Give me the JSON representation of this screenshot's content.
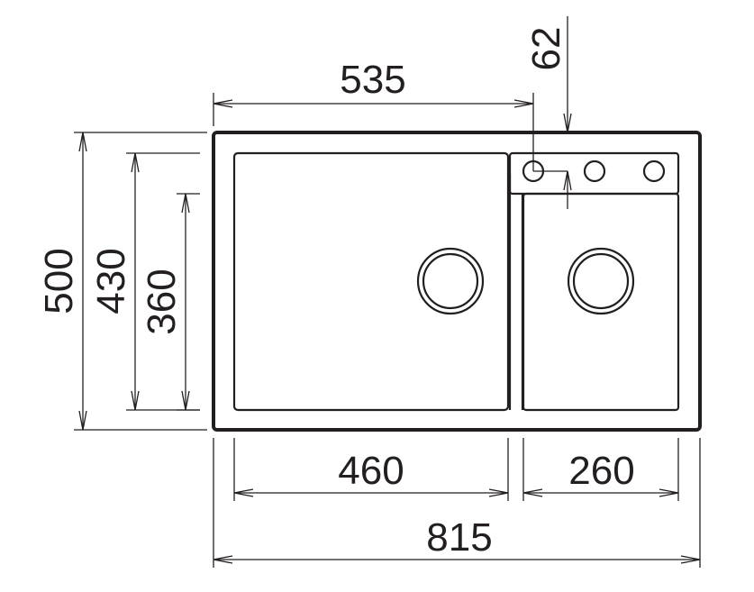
{
  "dimensions": {
    "total_width": "815",
    "hole_offset": "535",
    "hole_inset": "62",
    "total_depth": "500",
    "main_bowl_depth": "430",
    "small_bowl_depth": "360",
    "main_bowl_width": "460",
    "small_bowl_width": "260"
  },
  "colors": {
    "line": "#231f20",
    "background": "#ffffff"
  }
}
